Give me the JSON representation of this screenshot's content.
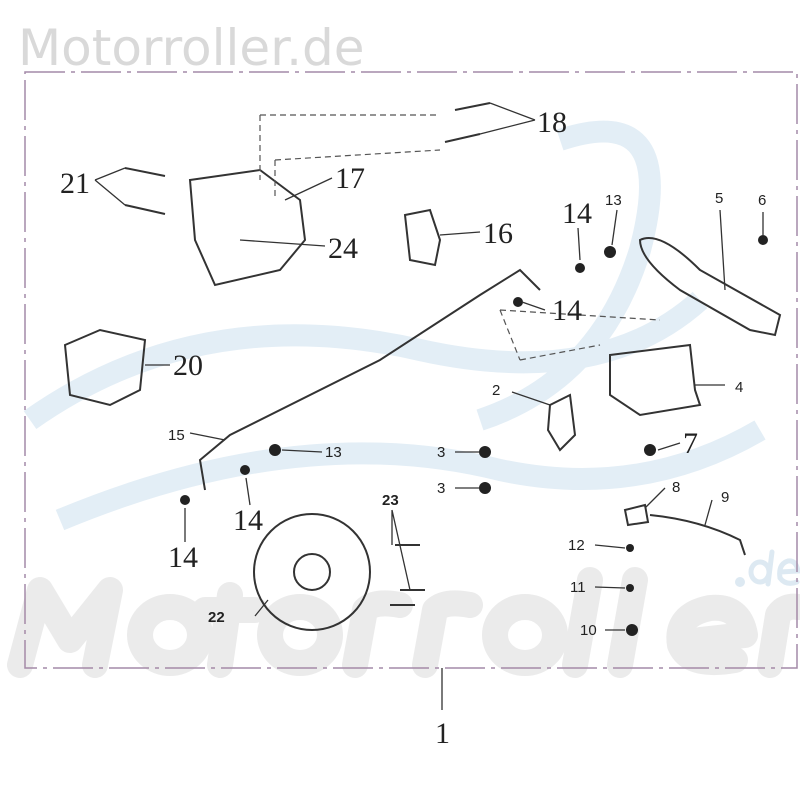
{
  "watermark": {
    "top": "Motorroller.de",
    "big": "Motorroller",
    "suffix": ".de"
  },
  "labels": [
    "18",
    "21",
    "17",
    "24",
    "16",
    "14",
    "13",
    "5",
    "6",
    "14",
    "20",
    "2",
    "4",
    "15",
    "13",
    "3",
    "7",
    "3",
    "8",
    "9",
    "14",
    "14",
    "23",
    "12",
    "11",
    "10",
    "22",
    "1"
  ]
}
